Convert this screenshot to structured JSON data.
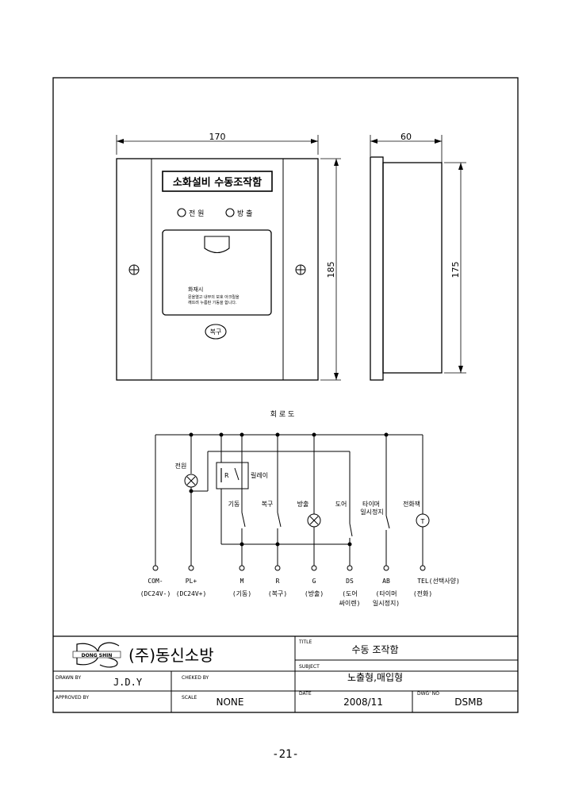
{
  "dimensions": {
    "front_width": "170",
    "front_height": "185",
    "side_depth": "60",
    "side_height": "175"
  },
  "panel": {
    "title": "소화설비 수동조작함",
    "lamp_power": "전 원",
    "lamp_discharge": "방 출",
    "notice_title": "화재시",
    "notice_line1": "문을열고 내부의 보호 아크릴을",
    "notice_line2": "깨뜨려 누름판 기동을 합니다.",
    "reset_label": "복구"
  },
  "circuit": {
    "title": "회 로 도",
    "power_label": "전원",
    "relay_label": "릴레이",
    "start_label": "기동",
    "reset_label": "복구",
    "discharge_label": "방출",
    "door_label": "도어",
    "timer_label_1": "타이머",
    "timer_label_2": "일시정지",
    "phone_jack_label": "전화잭",
    "phone_symbol": "T",
    "relay_coil_symbol": "R",
    "terminals": [
      {
        "code": "COM-",
        "desc1": "(DC24V-)",
        "desc2": ""
      },
      {
        "code": "PL+",
        "desc1": "(DC24V+)",
        "desc2": ""
      },
      {
        "code": "M",
        "desc1": "(기동)",
        "desc2": ""
      },
      {
        "code": "R",
        "desc1": "(복구)",
        "desc2": ""
      },
      {
        "code": "G",
        "desc1": "(방출)",
        "desc2": ""
      },
      {
        "code": "DS",
        "desc1": "(도어",
        "desc2": "싸이렌)"
      },
      {
        "code": "AB",
        "desc1": "(타이머",
        "desc2": "일시정지)"
      },
      {
        "code": "TEL(선택사양)",
        "desc1": "(전화)",
        "desc2": ""
      }
    ]
  },
  "title_block": {
    "company": "(주)동신소방",
    "logo_text": "DONG SHIN",
    "title_label": "TITLE",
    "title_value": "수동 조작함",
    "subject_label": "SUBJECT",
    "subject_value": "노출형,매입형",
    "drawn_by_label": "DRAWN BY",
    "drawn_by_value": "J.D.Y",
    "checked_by_label": "CHEKED BY",
    "checked_by_value": "",
    "approved_by_label": "APPROVED BY",
    "approved_by_value": "",
    "scale_label": "SCALE",
    "scale_value": "NONE",
    "date_label": "DATE",
    "date_value": "2008/11",
    "dwg_no_label": "DWG' NO",
    "dwg_no_value": "DSMB"
  },
  "page_number": "-21-"
}
